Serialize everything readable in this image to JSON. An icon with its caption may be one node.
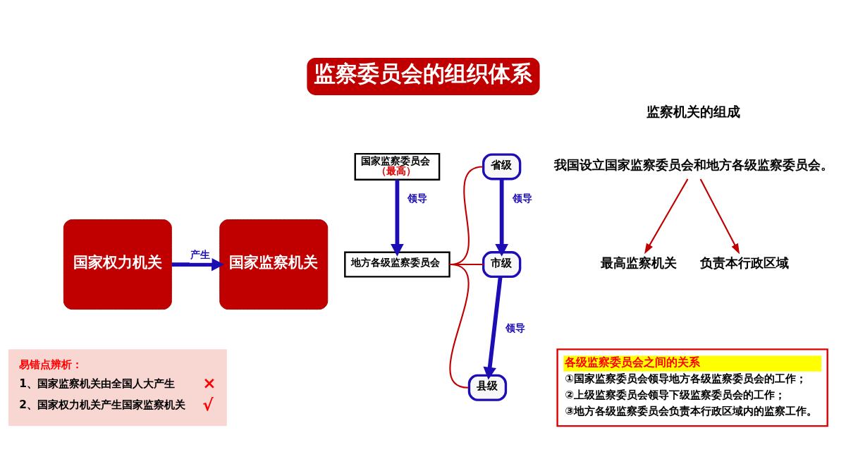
{
  "diagram": {
    "title": "监察委员会的组织体系",
    "nodes": [
      {
        "text": [
          "国家权力机关"
        ]
      },
      {
        "text": [
          "国家监察机关"
        ]
      },
      {
        "text": [
          "国家监察委员会",
          "（最高）"
        ]
      },
      {
        "text": [
          "地方各级监察委员会"
        ]
      },
      {
        "text": [
          "省级"
        ]
      },
      {
        "text": [
          "市级"
        ]
      },
      {
        "text": [
          "县级"
        ]
      },
      {
        "text": [
          "我国设立国家监察委员会和地方各级监察委员会。"
        ]
      },
      {
        "text": [
          "最高监察机关"
        ]
      },
      {
        "text": [
          "负责本行政区域"
        ]
      },
      {
        "text": [
          "易错点辨析：",
          "1、国家监察机关由全国人大产生",
          "×",
          "2、国家权力机关产生国家监察机关",
          "√"
        ]
      },
      {
        "text": [
          "各级监察委员会之间的关系",
          "①国家监察委员会领导地方各级监察委员会的工作；",
          "②上级监察委员会领导下级监察委员会的工作；",
          "③地方各级监察委员会负责本行政区域内的监察工作。"
        ]
      }
    ],
    "edges": [
      {
        "from": 0,
        "to": 1,
        "arrow": "to",
        "label": "产生",
        "style": "thick",
        "color": "#1c0db4"
      },
      {
        "from": 2,
        "to": 3,
        "arrow": "to",
        "label": "领导",
        "style": "thick",
        "color": "#1c0db4"
      },
      {
        "from": 3,
        "to": 4,
        "arrow": "none"
      },
      {
        "from": 3,
        "to": 5,
        "arrow": "none"
      },
      {
        "from": 3,
        "to": 6,
        "arrow": "none"
      },
      {
        "from": 4,
        "to": 5,
        "arrow": "to",
        "label": "领导",
        "style": "thick",
        "color": "#1c0db4"
      },
      {
        "from": 5,
        "to": 6,
        "arrow": "to",
        "label": "领导",
        "style": "thick",
        "color": "#1c0db4"
      },
      {
        "from": 7,
        "to": 8,
        "arrow": "to"
      },
      {
        "from": 7,
        "to": 9,
        "arrow": "to"
      }
    ],
    "labels": [
      "监察机关的组成"
    ]
  }
}
